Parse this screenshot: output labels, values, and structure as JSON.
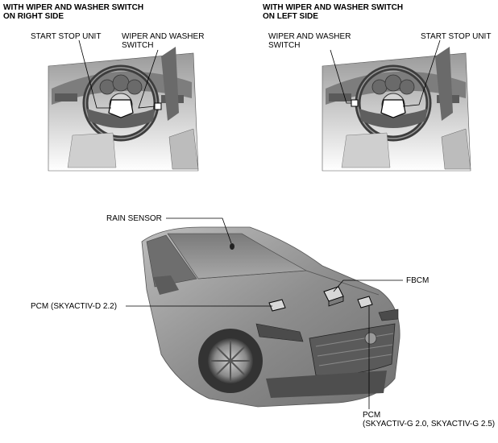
{
  "headings": {
    "right_side_line1": "WITH WIPER AND WASHER SWITCH",
    "right_side_line2": "ON RIGHT SIDE",
    "left_side_line1": "WITH WIPER AND WASHER SWITCH",
    "left_side_line2": "ON LEFT SIDE"
  },
  "callouts": {
    "start_stop_unit_a": "START STOP UNIT",
    "wiper_switch_a_line1": "WIPER AND WASHER",
    "wiper_switch_a_line2": "SWITCH",
    "wiper_switch_b_line1": "WIPER AND WASHER",
    "wiper_switch_b_line2": "SWITCH",
    "start_stop_unit_b": "START STOP UNIT",
    "rain_sensor": "RAIN SENSOR",
    "fbcm": "FBCM",
    "pcm_diesel": "PCM (SKYACTIV-D 2.2)",
    "pcm_gas_line1": "PCM",
    "pcm_gas_line2": "(SKYACTIV-G 2.0, SKYACTIV-G 2.5)"
  }
}
